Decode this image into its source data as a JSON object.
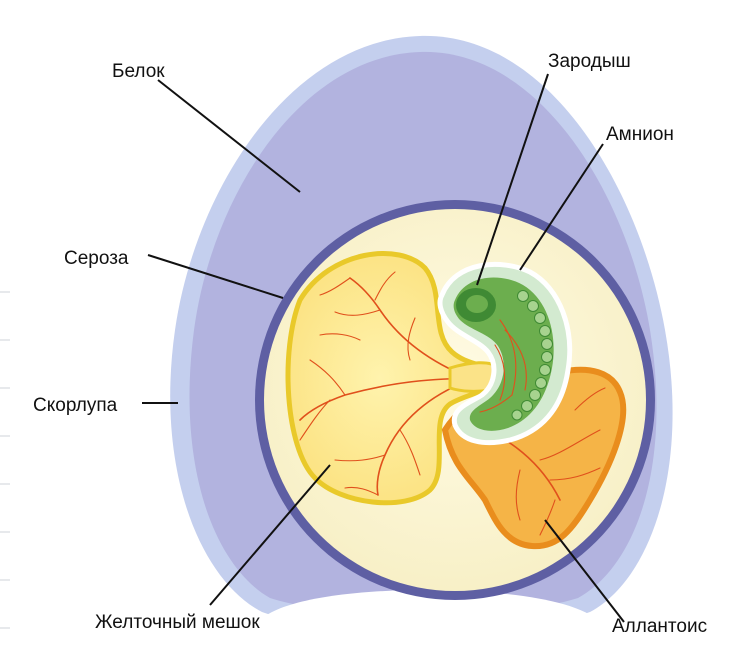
{
  "colors": {
    "shell": "#c4cfee",
    "albumen": "#b2b3df",
    "serosa": "#5e5fa3",
    "inner_fluid": "#fbf6d2",
    "yolk_sac": "#fbe388",
    "yolk_sac_rim": "#e9c92a",
    "amnion": "#ffffff",
    "embryo": "#6cae4e",
    "embryo_dark": "#3f8a34",
    "allantois": "#f5b447",
    "allantois_rim": "#e98d1d",
    "vessels": "#e0501c",
    "air_cell": "#ffffff"
  },
  "labels": {
    "albumen": "Белок",
    "serosa": "Сероза",
    "shell": "Скорлупа",
    "yolk_sac": "Желточный мешок",
    "embryo": "Зародыш",
    "amnion": "Амнион",
    "allantois": "Аллантоис"
  }
}
